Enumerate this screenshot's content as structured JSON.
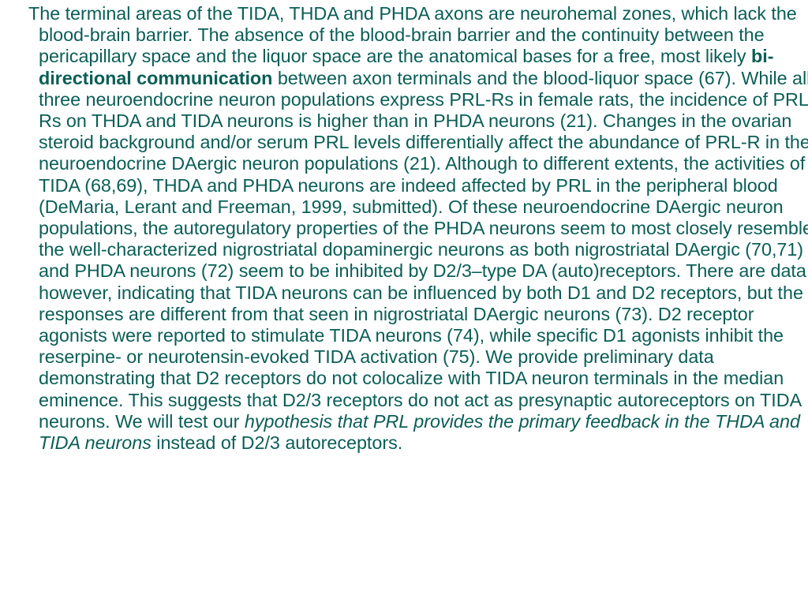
{
  "colors": {
    "text": "#0b5e57",
    "background": "#ffffff"
  },
  "paragraph": {
    "part1": "The terminal areas of the TIDA, THDA and PHDA axons are neurohemal zones, which lack the blood-brain barrier. The absence of the blood-brain barrier and the continuity between the pericapillary space and the liquor space are the anatomical bases for a free, most likely ",
    "bold1": "bi-directional communication",
    "part2": " between axon terminals and the blood-liquor space (67). While all three neuroendocrine neuron populations express PRL-Rs in female rats, the incidence of PRL-Rs on THDA and TIDA neurons is higher than in PHDA neurons (21). Changes in the ovarian steroid background and/or serum PRL levels differentially affect the abundance of PRL-R in the neuroendocrine DAergic neuron populations (21). Although to different extents, the activities of TIDA (68,69), THDA and PHDA neurons are indeed affected by PRL in the peripheral blood (DeMaria, Lerant and Freeman, 1999, submitted). Of these neuroendocrine DAergic neuron populations, the autoregulatory properties of the PHDA neurons seem to most closely resemble the well-characterized nigrostriatal dopaminergic neurons as both nigrostriatal DAergic (70,71) and PHDA neurons (72) seem to be inhibited by D2/3–type DA (auto)receptors. There are data, however, indicating that TIDA neurons can be influenced by both D1 and D2 receptors, but the responses are different from that seen in nigrostriatal DAergic neurons (73). D2 receptor agonists were reported to stimulate TIDA neurons (74), while specific D1 agonists inhibit the reserpine- or neurotensin-evoked TIDA activation (75). We provide preliminary data demonstrating that D2 receptors do not colocalize with TIDA neuron terminals in the median eminence. This suggests that D2/3 receptors do not act as presynaptic autoreceptors on TIDA neurons. We will test our ",
    "italic1": "hypothesis that PRL provides the primary feedback in the THDA and TIDA neurons",
    "part3": " instead of D2/3 autoreceptors."
  }
}
